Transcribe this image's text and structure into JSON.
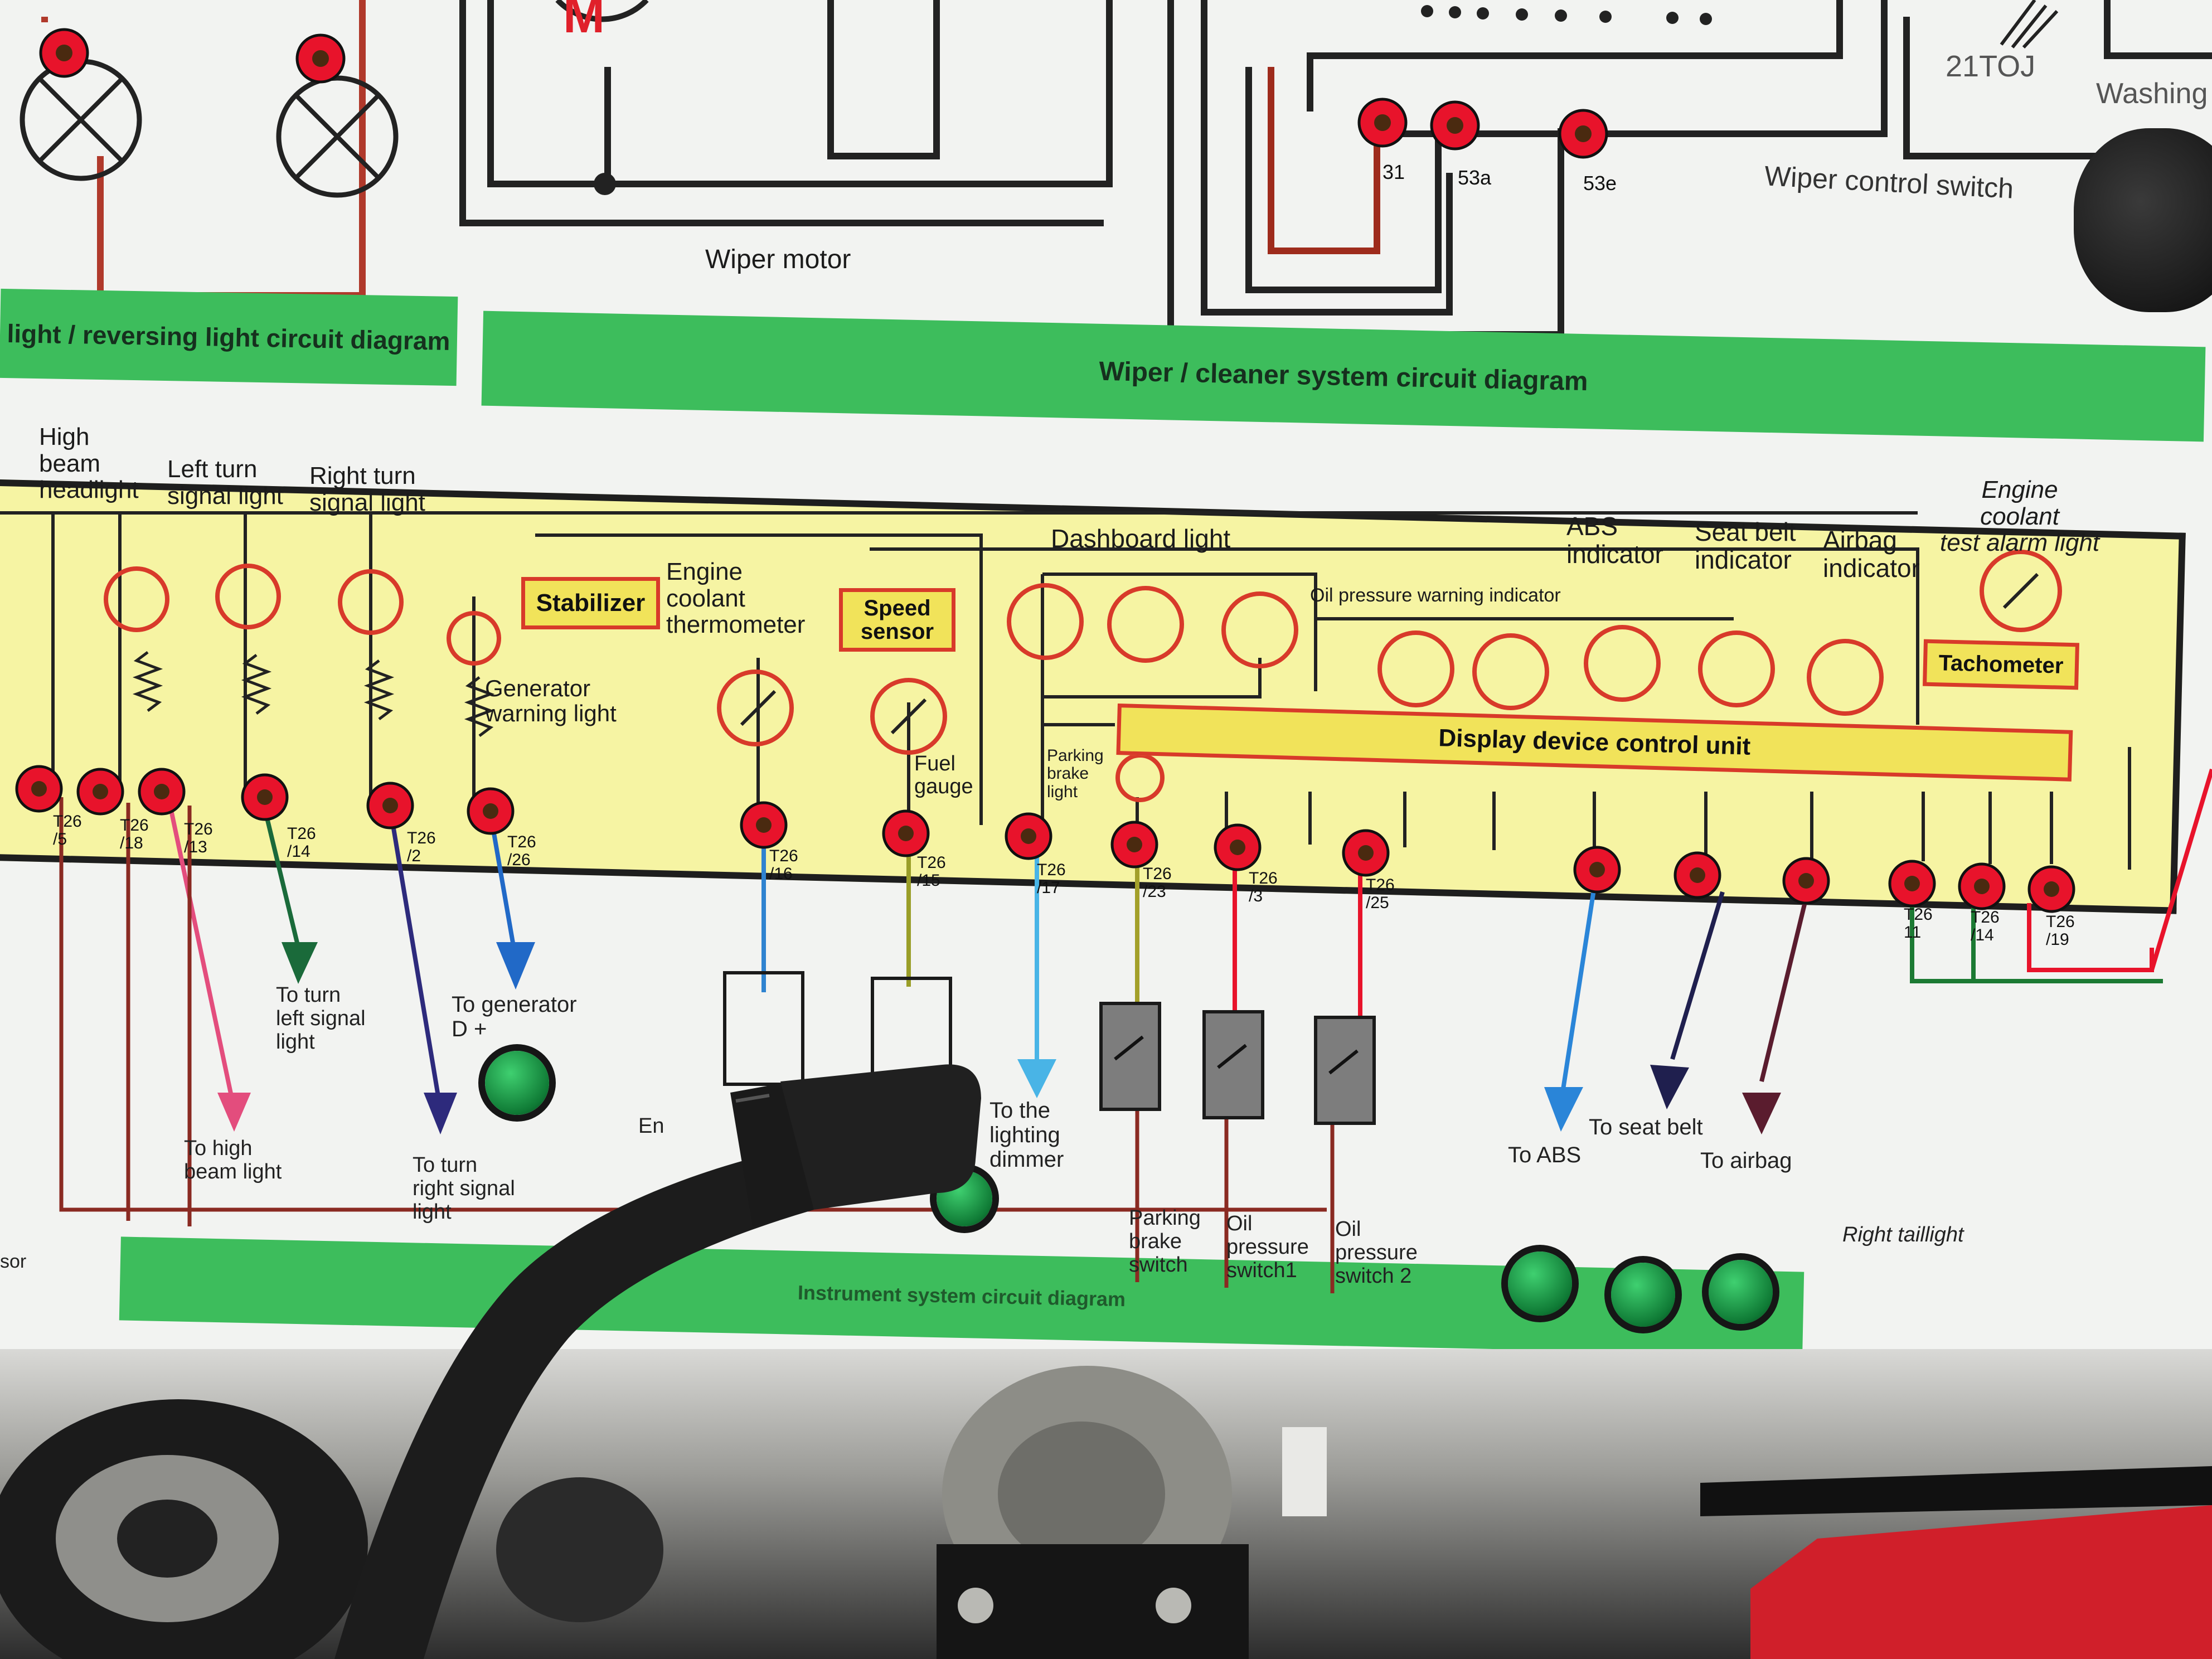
{
  "image": {
    "top_labels": {
      "wiper_motor": "Wiper motor",
      "wiper_control_switch": "Wiper control switch",
      "switch_code": "21TOJ",
      "washing": "Washing",
      "motor_letter": "M"
    },
    "wiper_terminals": [
      "31",
      "53a",
      "53e"
    ],
    "section_titles": {
      "left": "light / reversing light circuit diagram",
      "wiper": "Wiper / cleaner system circuit diagram",
      "instrument": "Instrument system circuit diagram"
    },
    "panel_labels": {
      "high_beam": "High\nbeam\nheadlight",
      "left_turn": "Left turn\nsignal light",
      "right_turn": "Right turn\nsignal light",
      "generator_warning": "Generator\nwarning light",
      "engine_coolant_thermometer": "Engine\ncoolant\nthermometer",
      "fuel_gauge": "Fuel\ngauge",
      "dashboard_light": "Dashboard light",
      "oil_pressure_warning": "Oil pressure warning indicator",
      "parking_brake_light": "Parking\nbrake\nlight",
      "abs_indicator": "ABS\nindicator",
      "seat_belt_indicator": "Seat belt\nindicator",
      "airbag_indicator": "Airbag\nindicator",
      "engine_coolant_alarm": "Engine\ncoolant\ntest alarm light"
    },
    "boxes": {
      "stabilizer": "Stabilizer",
      "speed_sensor": "Speed\nsensor",
      "tachometer": "Tachometer",
      "control_unit": "Display device control unit"
    },
    "terminals": [
      "T26\n/5",
      "T26\n/18",
      "T26\n/13",
      "T26\n/14",
      "T26\n/2",
      "T26\n/26",
      "T26\n/16",
      "T26\n/15",
      "T26\n/17",
      "T26\n/23",
      "T26\n/3",
      "T26\n/25",
      "T26\n11",
      "T26\n/14",
      "T26\n/19"
    ],
    "destinations": {
      "high_beam": "To high\nbeam light",
      "left_signal": "To turn\nleft signal\nlight",
      "right_signal": "To turn\nright signal\nlight",
      "generator": "To generator\nD +",
      "dimmer": "To the\nlighting\ndimmer",
      "abs": "To ABS",
      "seat_belt": "To seat belt",
      "airbag": "To airbag",
      "right_taillight": "Right taillight",
      "partial_left": "sor",
      "partial_en": "En"
    },
    "switches": {
      "parking_brake": "Parking\nbrake\nswitch",
      "oil1": "Oil\npressure\nswitch1",
      "oil2": "Oil\npressure\nswitch 2"
    },
    "colors": {
      "panel": "#f6f4a3",
      "strip": "#3dbd5c",
      "socket": "#e8132b",
      "lamp": "#d83a2a",
      "button": "#17a74a"
    }
  }
}
